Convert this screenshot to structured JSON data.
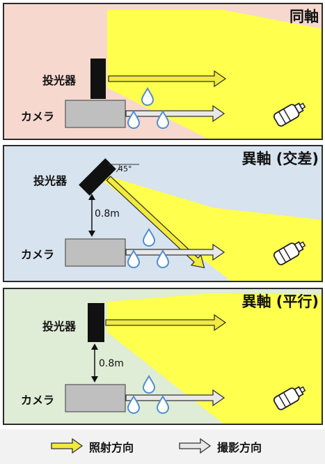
{
  "panels": [
    {
      "title": "同軸",
      "projector_label": "投光器",
      "camera_label": "カメラ",
      "distance": ""
    },
    {
      "title": "異軸 (交差)",
      "projector_label": "投光器",
      "camera_label": "カメラ",
      "distance": "0.8m",
      "angle": "45°"
    },
    {
      "title": "異軸 (平行)",
      "projector_label": "投光器",
      "camera_label": "カメラ",
      "distance": "0.8m"
    }
  ],
  "legend": {
    "irradiation_label": "照射方向",
    "shooting_label": "撮影方向"
  },
  "colors": {
    "panel1_bg": "#f6d8cf",
    "panel2_bg": "#d7e3ef",
    "panel3_bg": "#dfecd6",
    "light_beam": "#ffff4d",
    "irradiation_arrow": "#f2ea3c",
    "shooting_arrow": "#e8e8e8",
    "camera_body": "#bfbfbf",
    "projector": "#111111",
    "droplet_stroke": "#4f8fd0"
  },
  "icons": [
    "droplet-icon",
    "spray-bottle-icon"
  ]
}
